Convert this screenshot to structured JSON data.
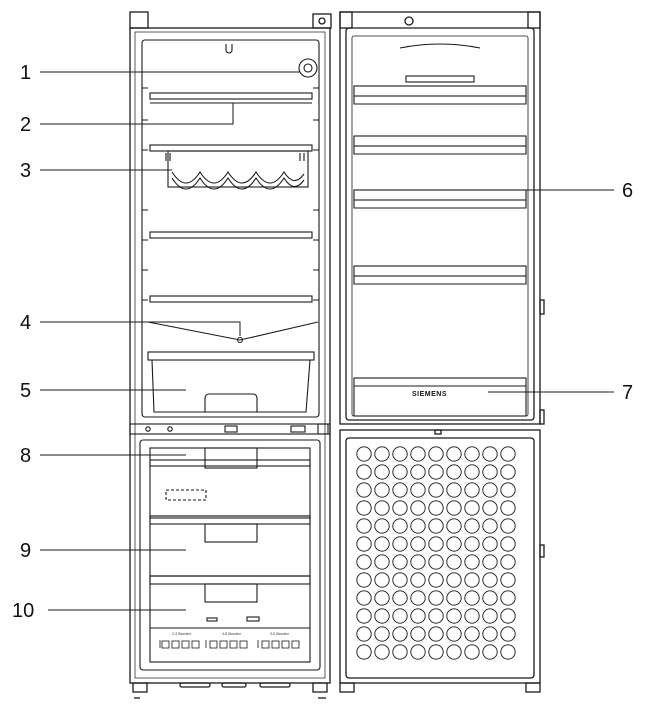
{
  "callouts": [
    {
      "id": "1",
      "label": "1"
    },
    {
      "id": "2",
      "label": "2"
    },
    {
      "id": "3",
      "label": "3"
    },
    {
      "id": "4",
      "label": "4"
    },
    {
      "id": "5",
      "label": "5"
    },
    {
      "id": "6",
      "label": "6"
    },
    {
      "id": "7",
      "label": "7"
    },
    {
      "id": "8",
      "label": "8"
    },
    {
      "id": "9",
      "label": "9"
    },
    {
      "id": "10",
      "label": "10"
    }
  ],
  "brand": "SIEMENS",
  "control_panel": {
    "zone_labels": [
      "2-3 Stunden",
      "4-8 Stunden",
      "3-6 Stunden"
    ]
  },
  "colors": {
    "line": "#1a1a1a",
    "background": "#ffffff"
  }
}
